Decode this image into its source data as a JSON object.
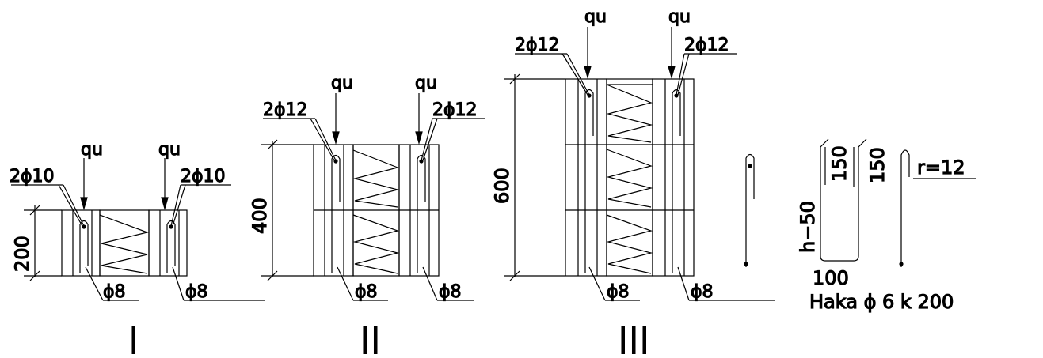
{
  "labels": {
    "load": "qu",
    "bar_10": "2ϕ10",
    "bar_12": "2ϕ12",
    "stirrup": "ϕ8"
  },
  "dims": {
    "h200": "200",
    "h400": "400",
    "h600": "600"
  },
  "variants": {
    "I": "|",
    "II": "||",
    "III": "|||"
  },
  "details": {
    "d150": "150",
    "radius": "r=12",
    "h_minus": "h−50",
    "width": "100",
    "note": "Haka ϕ 6  k  200"
  }
}
